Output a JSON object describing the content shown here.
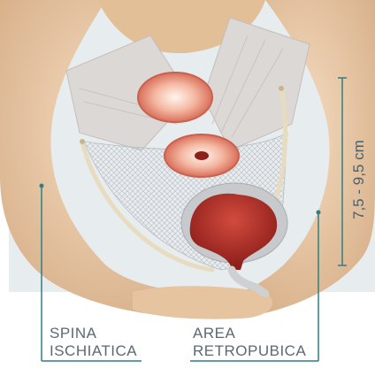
{
  "labels": {
    "spina_line1": "SPINA",
    "spina_line2": "ISCHIATICA",
    "area_line1": "AREA",
    "area_line2": "RETROPUBICA",
    "measurement": "7,5 - 9,5 cm"
  },
  "colors": {
    "leader": "#2e7f86",
    "bone": "#e9c9a6",
    "muscle": "#d9d6d4",
    "mesh": "#cfd2d6",
    "tissue_red": "#c8473c",
    "tape": "#e8dcc0"
  }
}
